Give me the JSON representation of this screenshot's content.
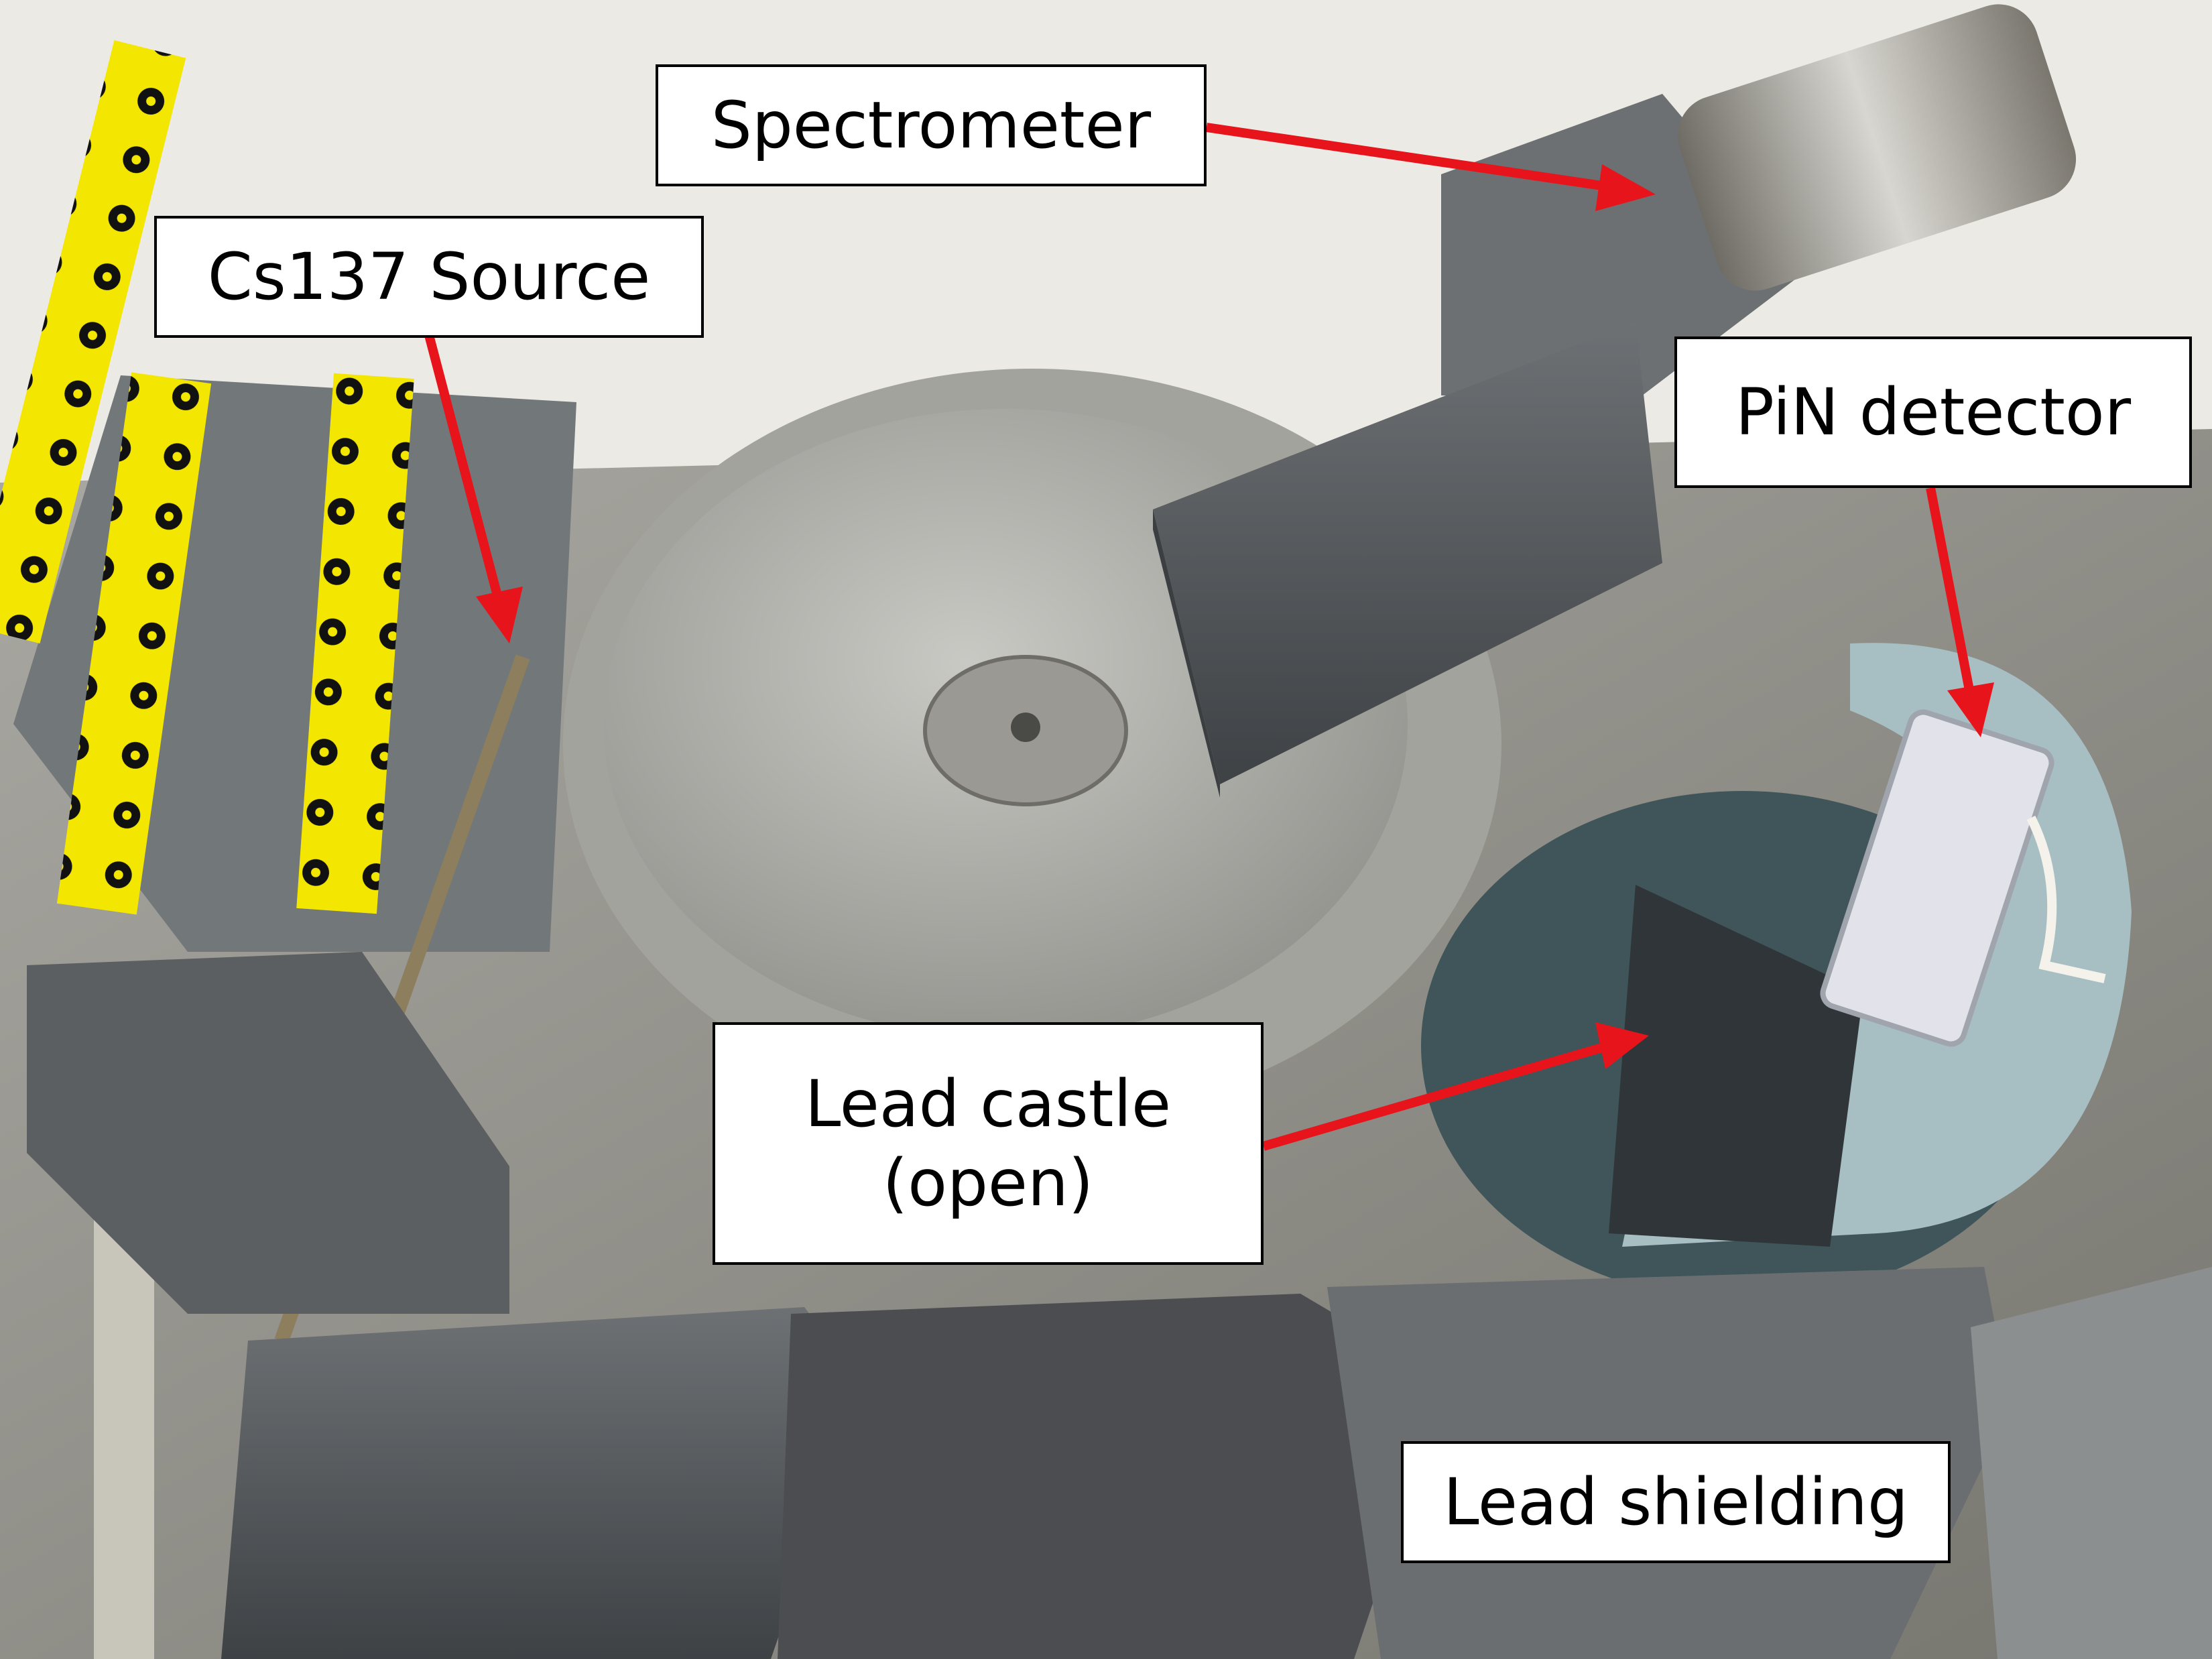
{
  "labels": {
    "spectrometer": "Spectrometer",
    "cs137_source": "Cs137 Source",
    "pin_detector": "PiN detector",
    "lead_castle_line1": "Lead castle",
    "lead_castle_line2": "(open)",
    "lead_shielding": "Lead shielding"
  },
  "colors": {
    "label_background": "#ffffff",
    "label_border": "#000000",
    "arrow": "#e8141b",
    "caution_tape": "#f3e600"
  }
}
